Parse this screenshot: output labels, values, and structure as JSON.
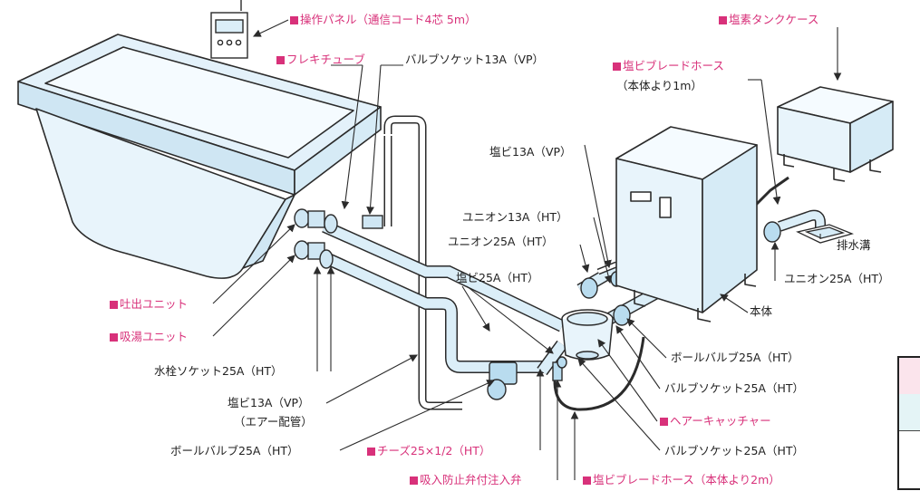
{
  "labels": {
    "control_panel": "操作パネル（通信コード4芯 5m）",
    "chlorine_tank_case": "塩素タンクケース",
    "flexi_tube": "フレキチューブ",
    "valve_socket_13a_vp": "バルブソケット13A（VP）",
    "pvc_braided_hose_1m": "塩ビブレードホース",
    "from_body_1m": "（本体より1m）",
    "pvc_13a_vp_top": "塩ビ13A（VP）",
    "union_13a_ht": "ユニオン13A（HT）",
    "union_25a_ht_left": "ユニオン25A（HT）",
    "pvc_25a_ht": "塩ビ25A（HT）",
    "drain_ditch": "排水溝",
    "union_25a_ht_right": "ユニオン25A（HT）",
    "main_body": "本体",
    "outlet_unit": "吐出ユニット",
    "intake_unit": "吸湯ユニット",
    "ball_valve_25a_ht_right": "ボールバルブ25A（HT）",
    "faucet_socket_25a_ht": "水栓ソケット25A（HT）",
    "valve_socket_25a_ht_upper": "バルブソケット25A（HT）",
    "pvc_13a_vp_lower": "塩ビ13A（VP）",
    "air_piping": "（エアー配管）",
    "hair_catcher": "ヘアーキャッチャー",
    "ball_valve_25a_ht_left": "ボールバルブ25A（HT）",
    "tees": "チーズ25×1/2（HT）",
    "valve_socket_25a_ht_lower": "バルブソケット25A（HT）",
    "check_valve_inlet": "吸入防止弁付注入弁",
    "pvc_braided_hose_2m": "塩ビブレードホース（本体より2m）"
  },
  "colors": {
    "accent": "#d8317a",
    "line": "#2b2b2b",
    "pipe_fill": "#dbeef8",
    "tub_fill": "#e3f1fa",
    "equipment_fill": "#eaf5fb"
  }
}
